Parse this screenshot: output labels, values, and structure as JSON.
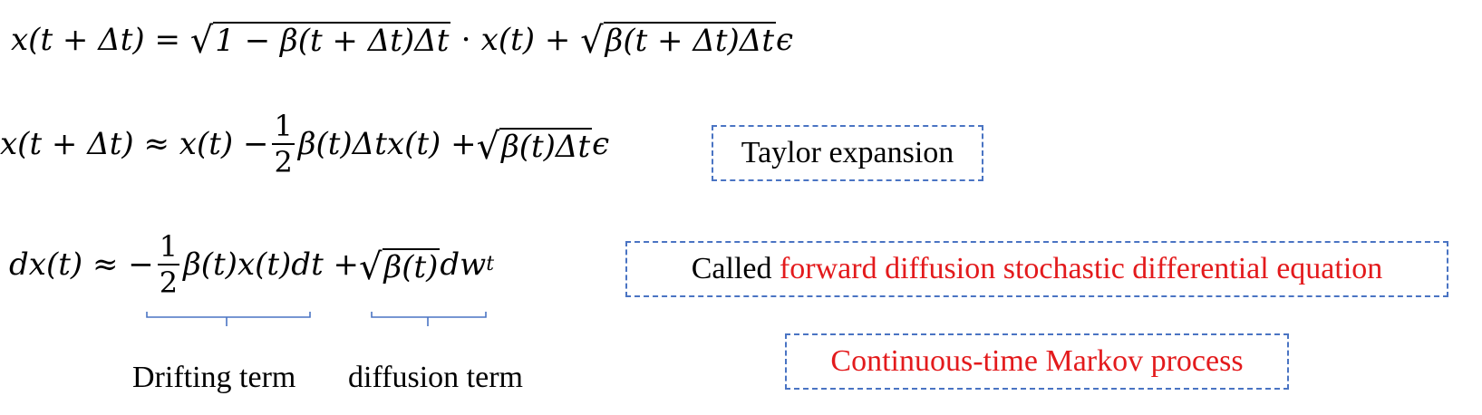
{
  "equations": {
    "eq1": {
      "lhs": "x(t + Δt) = ",
      "sqrt1": "1 − β(t + Δt)Δt",
      "mid": " ⋅ x(t) + ",
      "sqrt2": "β(t + Δt)Δt",
      "end": "ϵ"
    },
    "eq2": {
      "lhs": "x(t + Δt) ≈ x(t) −",
      "frac_num": "1",
      "frac_den": "2",
      "mid": "β(t)Δtx(t) + ",
      "sqrt": "β(t)Δt",
      "end": "ϵ"
    },
    "eq3": {
      "lhs": "dx(t) ≈ −",
      "frac_num": "1",
      "frac_den": "2",
      "mid": "β(t)x(t)dt + ",
      "sqrt": "β(t)",
      "dw": "dw",
      "dw_sub": "t"
    }
  },
  "boxes": {
    "taylor": "Taylor expansion",
    "called_prefix": "Called ",
    "called_highlight": "forward diffusion stochastic differential equation",
    "markov": "Continuous-time Markov process"
  },
  "labels": {
    "drifting": "Drifting term",
    "diffusion": "diffusion term"
  },
  "colors": {
    "highlight": "#e31a1c",
    "box_border": "#4a74c3",
    "brace": "#4a74c3"
  }
}
